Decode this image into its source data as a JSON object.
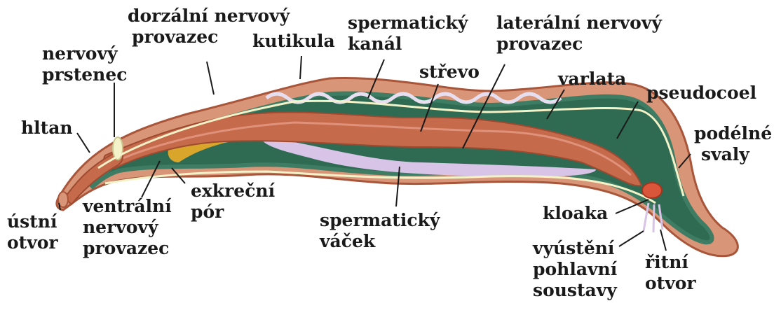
{
  "labels": {
    "dorsal_nerve_cord": [
      "dorzální nervový",
      "provazec"
    ],
    "cuticle": [
      "kutikula"
    ],
    "sperm_duct": [
      "spermatický",
      "kanál"
    ],
    "lateral_nerve_cord": [
      "laterální nervový",
      "provazec"
    ],
    "nerve_ring": [
      "nervový",
      "prstenec"
    ],
    "intestine": [
      "střevo"
    ],
    "testes": [
      "varlata"
    ],
    "pseudocoel": [
      "pseudocoel"
    ],
    "pharynx": [
      "hltan"
    ],
    "longitudinal_muscles": [
      "podélné",
      "svaly"
    ],
    "mouth": [
      "ústní",
      "otvor"
    ],
    "ventral_nerve_cord": [
      "ventrální",
      "nervový",
      "provazec"
    ],
    "excretory_pore": [
      "exkreční",
      "pór"
    ],
    "seminal_vesicle": [
      "spermatický",
      "váček"
    ],
    "cloaca": [
      "kloaka"
    ],
    "genital_opening": [
      "vyústění",
      "pohlavní",
      "soustavy"
    ],
    "anus": [
      "řitní",
      "otvor"
    ]
  },
  "colors": {
    "outer_body": "#d99577",
    "cuticle_edge": "#a8553a",
    "body_cavity": "#2f6a52",
    "muscle_layer": "#3e7d64",
    "intestine": "#c66a4c",
    "intestine_highlight": "#e0917a",
    "seminal_vesicle": "#d8c4e6",
    "sperm_duct": "#e7dff0",
    "excretory_gland": "#d9a52b",
    "nerve_cord": "#f4f2c8",
    "cloaca": "#d9563a",
    "leader_line": "#1a1a1a"
  }
}
